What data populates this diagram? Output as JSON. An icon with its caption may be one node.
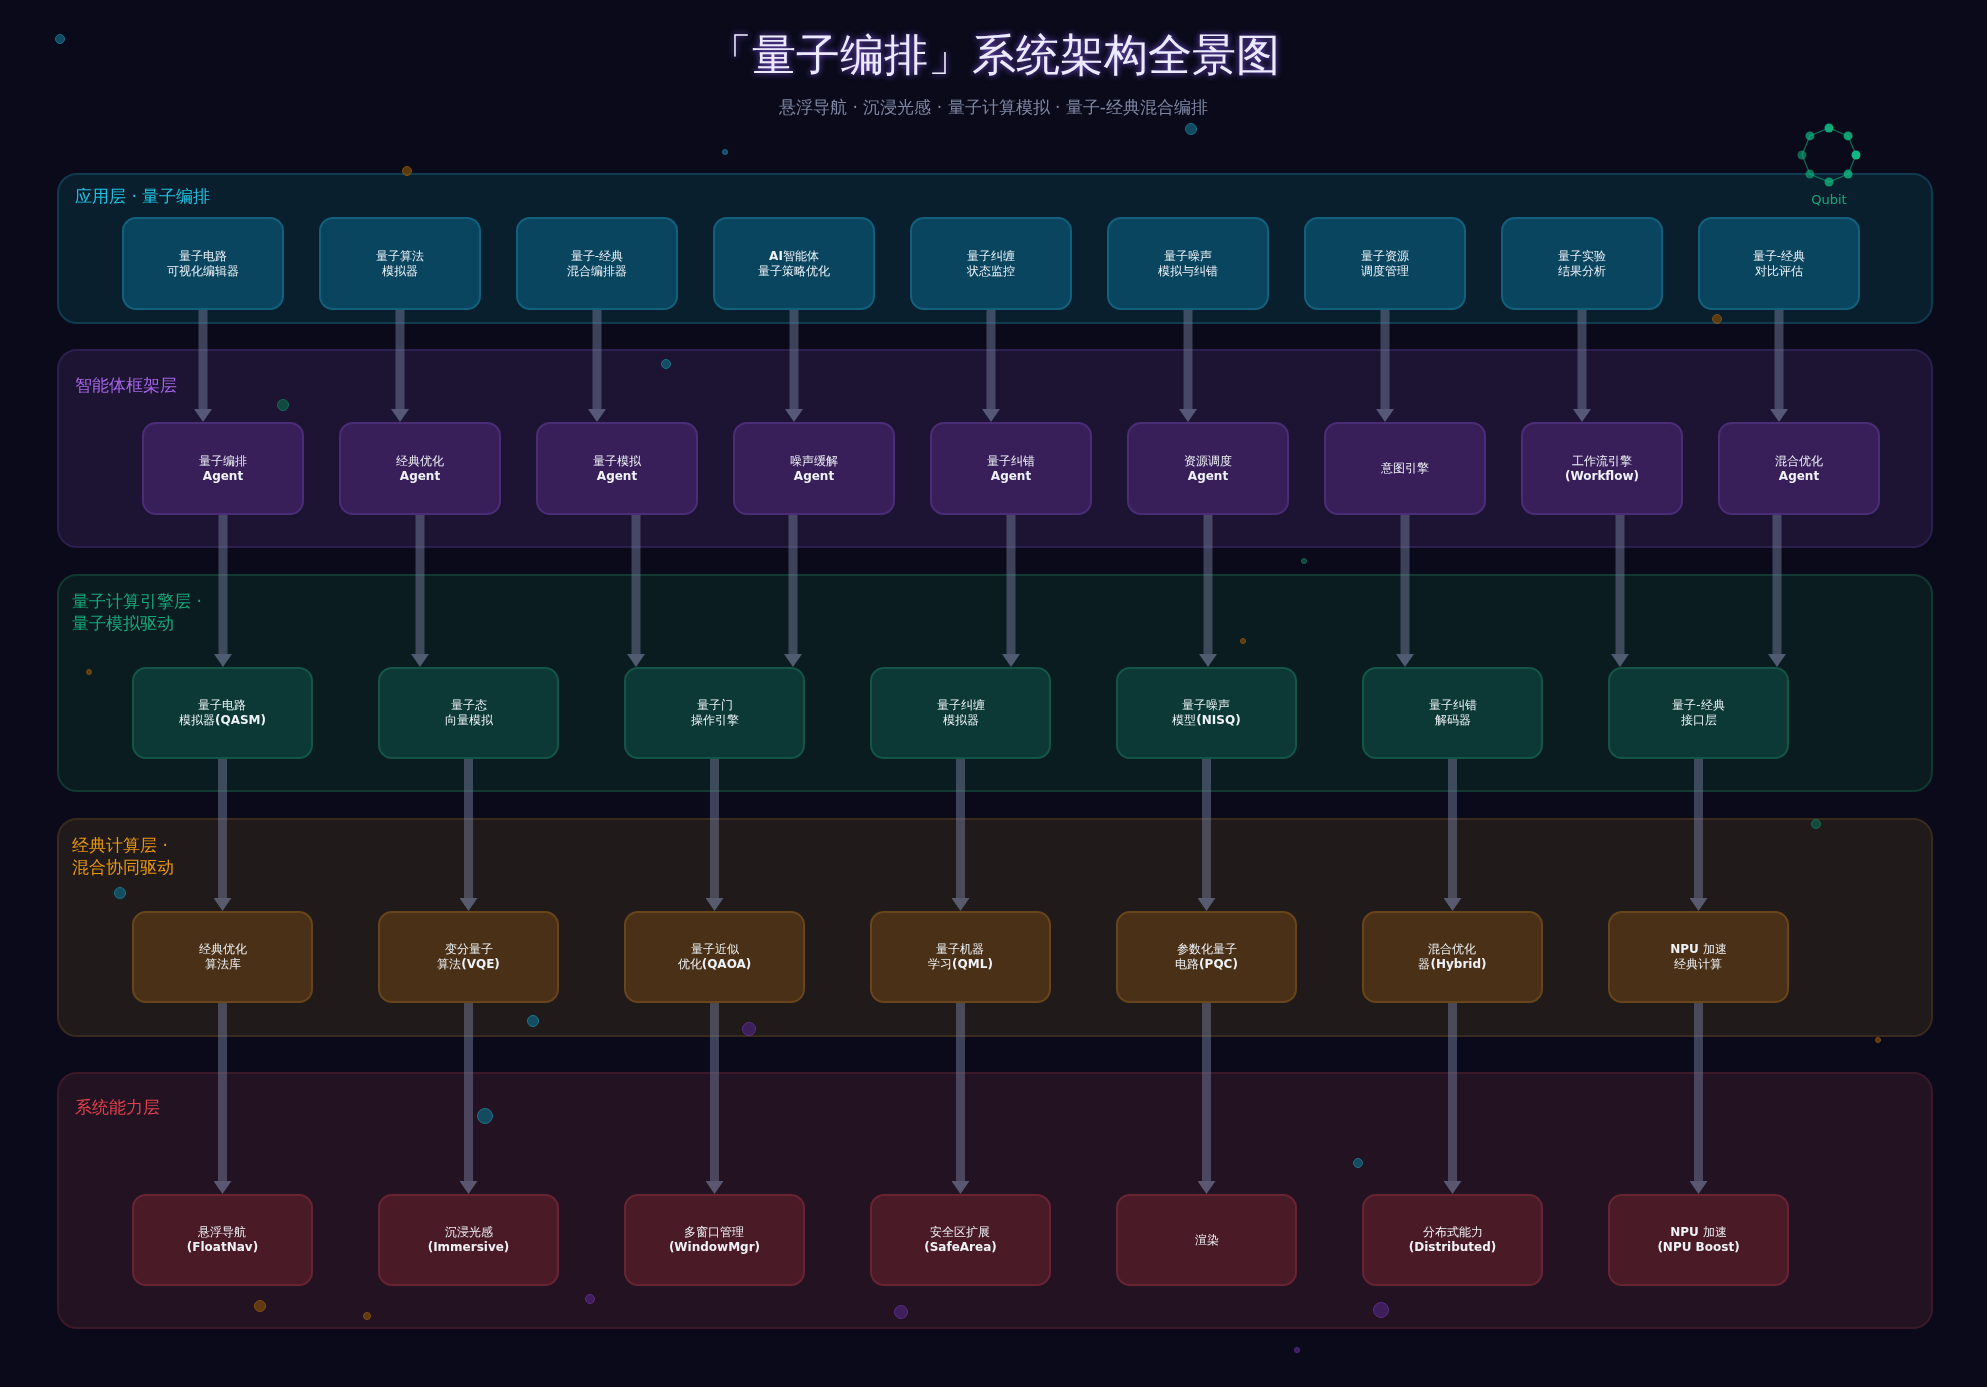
{
  "diagram": {
    "title": "「量子编排」系统架构全景图",
    "nodes": [
      {
        "text": [
          "应用层 · 量子编排"
        ]
      },
      {
        "text": [
          "量子电路可视化编辑器"
        ],
        "in": 0
      },
      {
        "text": [
          "量子算法模拟器"
        ],
        "in": 0
      },
      {
        "text": [
          "量子-经典混合编排器"
        ],
        "in": 0
      },
      {
        "text": [
          "**AI**智能体量子策略优化"
        ],
        "in": 0
      },
      {
        "text": [
          "量子纠缠状态监控"
        ],
        "in": 0
      },
      {
        "text": [
          "量子噪声模拟与纠错"
        ],
        "in": 0
      },
      {
        "text": [
          "量子资源调度管理"
        ],
        "in": 0
      },
      {
        "text": [
          "量子实验结果分析"
        ],
        "in": 0
      },
      {
        "text": [
          "量子-经典对比评估"
        ],
        "in": 0
      },
      {
        "text": [
          "智能体框架层"
        ]
      },
      {
        "text": [
          "量子编排 **Agent**"
        ],
        "in": 10
      },
      {
        "text": [
          "经典优化 **Agent**"
        ],
        "in": 10
      },
      {
        "text": [
          "量子模拟 **Agent**"
        ],
        "in": 10
      },
      {
        "text": [
          "噪声缓解 **Agent**"
        ],
        "in": 10
      },
      {
        "text": [
          "量子纠错 **Agent**"
        ],
        "in": 10
      },
      {
        "text": [
          "资源调度 **Agent**"
        ],
        "in": 10
      },
      {
        "text": [
          "意图引擎"
        ],
        "in": 10
      },
      {
        "text": [
          "工作流引擎 **(Workflow)**"
        ],
        "in": 10
      },
      {
        "text": [
          "混合优化 **Agent**"
        ],
        "in": 10
      },
      {
        "text": [
          "量子计算引擎层 · 量子模拟驱动"
        ]
      },
      {
        "text": [
          "量子电路模拟器**(QASM)**"
        ],
        "in": 20
      },
      {
        "text": [
          "量子态向量模拟"
        ],
        "in": 20
      },
      {
        "text": [
          "量子门操作引擎"
        ],
        "in": 20
      },
      {
        "text": [
          "量子纠缠模拟器"
        ],
        "in": 20
      },
      {
        "text": [
          "量子噪声模型**(NISQ)**"
        ],
        "in": 20
      },
      {
        "text": [
          "量子纠错解码器"
        ],
        "in": 20
      },
      {
        "text": [
          "量子-经典接口层"
        ],
        "in": 20
      },
      {
        "text": [
          "经典计算层 · 混合协同驱动"
        ]
      },
      {
        "text": [
          "经典优化算法库"
        ],
        "in": 28
      },
      {
        "text": [
          "变分量子算法**(VQE)**"
        ],
        "in": 28
      },
      {
        "text": [
          "量子近似优化**(QAOA)**"
        ],
        "in": 28
      },
      {
        "text": [
          "量子机器学习**(QML)**"
        ],
        "in": 28
      },
      {
        "text": [
          "参数化量子电路**(PQC)**"
        ],
        "in": 28
      },
      {
        "text": [
          "混合优化器**(Hybrid)**"
        ],
        "in": 28
      },
      {
        "text": [
          "**NPU** 加速经典计算"
        ],
        "in": 28
      },
      {
        "text": [
          "系统能力层"
        ]
      },
      {
        "text": [
          "悬浮导航 **(FloatNav)**"
        ],
        "in": 36
      },
      {
        "text": [
          "沉浸光感 **(Immersive)**"
        ],
        "in": 36
      },
      {
        "text": [
          "多窗口管理 **(WindowMgr)**"
        ],
        "in": 36
      },
      {
        "text": [
          "安全区扩展 **(SafeArea)**"
        ],
        "in": 36
      },
      {
        "text": [
          "渲染"
        ],
        "in": 36
      },
      {
        "text": [
          "分布式能力 **(Distributed)**"
        ],
        "in": 36
      },
      {
        "text": [
          "**NPU** 加速 **(NPU Boost)**"
        ],
        "in": 36
      }
    ],
    "edges": [
      {
        "from": 1,
        "to": 11,
        "arrow": "to"
      },
      {
        "from": 2,
        "to": 12,
        "arrow": "to"
      },
      {
        "from": 3,
        "to": 13,
        "arrow": "to"
      },
      {
        "from": 4,
        "to": 14,
        "arrow": "to"
      },
      {
        "from": 5,
        "to": 15,
        "arrow": "to"
      },
      {
        "from": 6,
        "to": 16,
        "arrow": "to"
      },
      {
        "from": 7,
        "to": 17,
        "arrow": "to"
      },
      {
        "from": 8,
        "to": 18,
        "arrow": "to"
      },
      {
        "from": 9,
        "to": 19,
        "arrow": "to"
      },
      {
        "from": 11,
        "to": 21,
        "arrow": "to"
      },
      {
        "from": 12,
        "to": 22,
        "arrow": "to"
      },
      {
        "from": 13,
        "to": 23,
        "arrow": "to"
      },
      {
        "from": 14,
        "to": 23,
        "arrow": "to"
      },
      {
        "from": 15,
        "to": 24,
        "arrow": "to"
      },
      {
        "from": 16,
        "to": 25,
        "arrow": "to"
      },
      {
        "from": 17,
        "to": 26,
        "arrow": "to"
      },
      {
        "from": 18,
        "to": 27,
        "arrow": "to"
      },
      {
        "from": 19,
        "to": 27,
        "arrow": "to"
      },
      {
        "from": 21,
        "to": 29,
        "arrow": "to"
      },
      {
        "from": 22,
        "to": 30,
        "arrow": "to"
      },
      {
        "from": 23,
        "to": 31,
        "arrow": "to"
      },
      {
        "from": 24,
        "to": 32,
        "arrow": "to"
      },
      {
        "from": 25,
        "to": 33,
        "arrow": "to"
      },
      {
        "from": 26,
        "to": 34,
        "arrow": "to"
      },
      {
        "from": 27,
        "to": 35,
        "arrow": "to"
      },
      {
        "from": 29,
        "to": 37,
        "arrow": "to"
      },
      {
        "from": 30,
        "to": 38,
        "arrow": "to"
      },
      {
        "from": 31,
        "to": 39,
        "arrow": "to"
      },
      {
        "from": 32,
        "to": 40,
        "arrow": "to"
      },
      {
        "from": 33,
        "to": 41,
        "arrow": "to"
      },
      {
        "from": 34,
        "to": 42,
        "arrow": "to"
      },
      {
        "from": 35,
        "to": 43,
        "arrow": "to"
      }
    ],
    "labels": [
      "悬浮导航 · 沉浸光感 · 量子计算模拟 · 量子-经典混合编排",
      "Qubit"
    ]
  }
}
